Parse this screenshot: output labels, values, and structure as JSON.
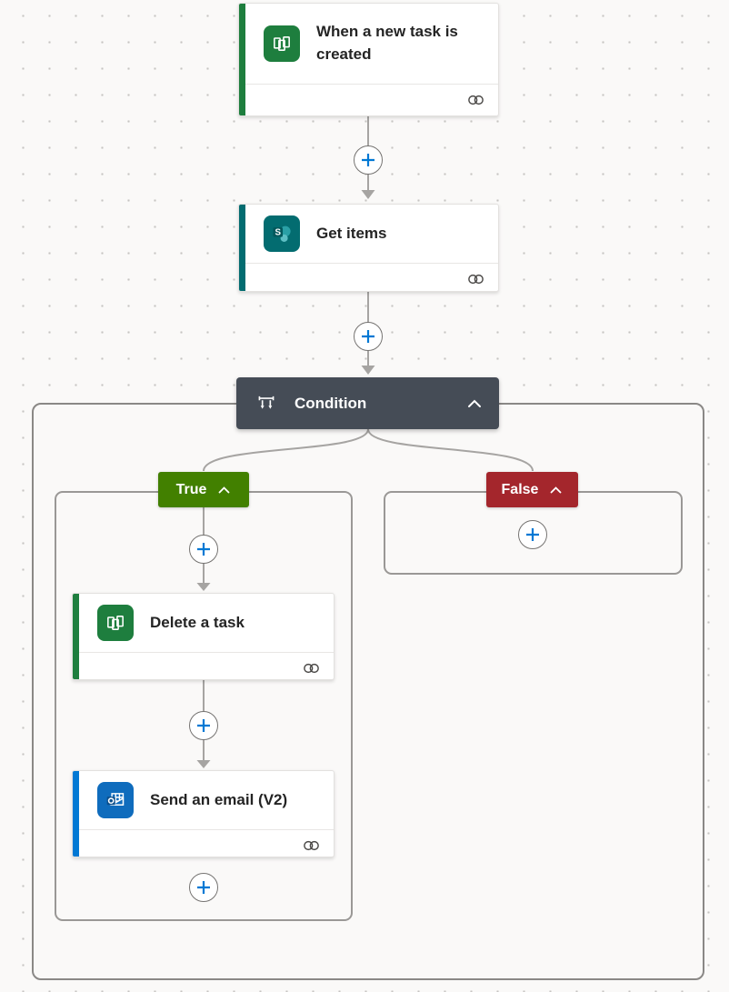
{
  "app": "power-automate-flow-designer",
  "colors": {
    "canvas_background": "#FAF9F8",
    "dot_grid": "#C6C4C2",
    "connector_line": "#A6A4A2",
    "add_button_plus": "#0078D4",
    "planner_green": "#1E7E3E",
    "sharepoint_teal": "#036C70",
    "outlook_blue": "#0F6CBD",
    "condition_header": "#454C56",
    "true_branch_green": "#428000",
    "false_branch_red": "#A4262C"
  },
  "nodes": {
    "trigger": {
      "title": "When a new task is created",
      "icon": "planner-icon",
      "accent": "#1E7E3E"
    },
    "get_items": {
      "title": "Get items",
      "icon": "sharepoint-icon",
      "accent": "#036C70"
    },
    "condition": {
      "title": "Condition",
      "icon": "condition-icon",
      "collapsed": "false"
    },
    "true_branch": {
      "label": "True"
    },
    "false_branch": {
      "label": "False"
    },
    "delete_task": {
      "title": "Delete a task",
      "icon": "planner-icon",
      "accent": "#1E7E3E"
    },
    "send_email": {
      "title": "Send an email (V2)",
      "icon": "outlook-icon",
      "accent": "#0078D4"
    }
  },
  "sharepoint_icon_letter": "S"
}
